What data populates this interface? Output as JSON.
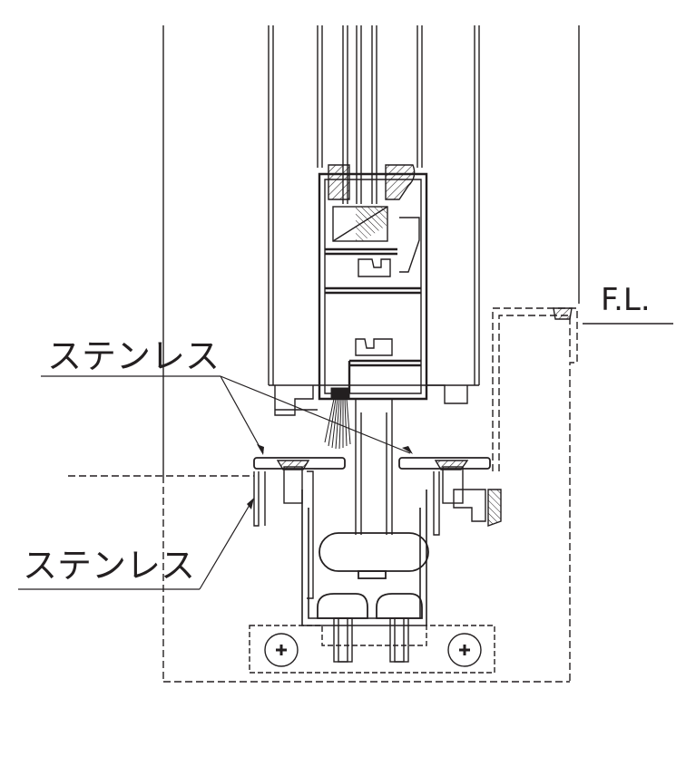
{
  "labels": {
    "upper_material": "ステンレス",
    "lower_material": "ステンレス",
    "floor_level": "F.L."
  },
  "colors": {
    "line": "#231f20",
    "background": "#ffffff",
    "hatch": "#231f20"
  }
}
